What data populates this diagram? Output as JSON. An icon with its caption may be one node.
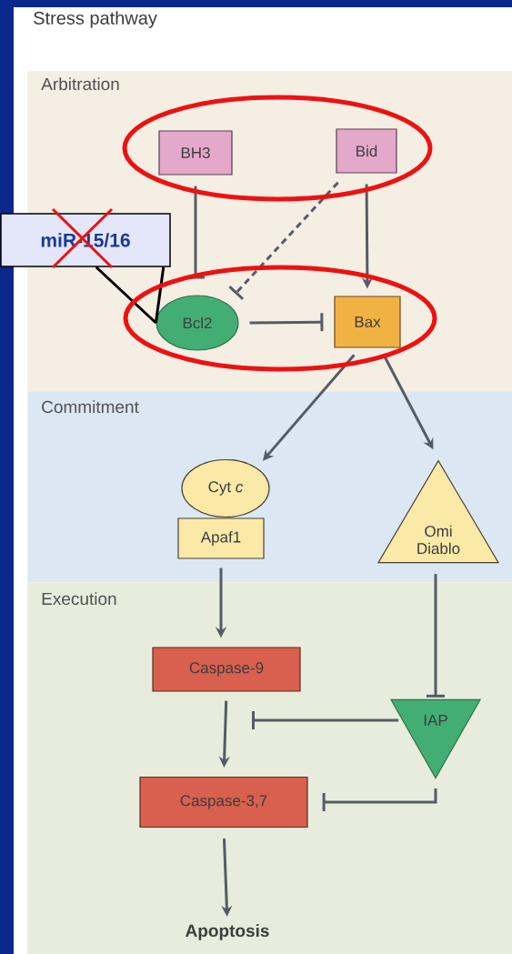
{
  "diagram": {
    "title": "Stress pathway",
    "nodes": [
      {
        "text": [
          "Arbitration"
        ]
      },
      {
        "text": [
          "Commitment"
        ]
      },
      {
        "text": [
          "Execution"
        ]
      },
      {
        "text": [
          "BH3"
        ],
        "in": 0
      },
      {
        "text": [
          "Bid"
        ],
        "in": 0
      },
      {
        "text": [
          "Bcl2"
        ],
        "in": 0
      },
      {
        "text": [
          "Bax"
        ],
        "in": 0
      },
      {
        "text": [
          "Cyt *c*"
        ],
        "in": 1
      },
      {
        "text": [
          "Apaf1"
        ],
        "in": 1
      },
      {
        "text": [
          "Omi Diablo"
        ],
        "in": 1
      },
      {
        "text": [
          "Caspase-9"
        ],
        "in": 2
      },
      {
        "text": [
          "IAP"
        ],
        "in": 2
      },
      {
        "text": [
          "Caspase-3,7"
        ],
        "in": 2
      },
      {
        "text": [
          "Apoptosis"
        ],
        "in": 2
      },
      {
        "text": [
          "miR-15/16"
        ]
      }
    ],
    "edges": [
      {
        "from": 3,
        "to": 5,
        "arrow": "other"
      },
      {
        "from": 4,
        "to": 5,
        "arrow": "other",
        "style": "dashed"
      },
      {
        "from": 4,
        "to": 6,
        "arrow": "to"
      },
      {
        "from": 5,
        "to": 6,
        "arrow": "other"
      },
      {
        "from": 6,
        "to": 7,
        "arrow": "to"
      },
      {
        "from": 6,
        "to": 9,
        "arrow": "to"
      },
      {
        "from": 8,
        "to": 10,
        "arrow": "to"
      },
      {
        "from": 9,
        "to": 11,
        "arrow": "other"
      },
      {
        "from": 10,
        "to": 12,
        "arrow": "to"
      },
      {
        "from": 11,
        "to": null,
        "arrow": "other"
      },
      {
        "from": 11,
        "to": 12,
        "arrow": "other"
      },
      {
        "from": 12,
        "to": 13,
        "arrow": "to"
      },
      {
        "from": 14,
        "to": 5,
        "arrow": "none",
        "color": "#000000"
      }
    ]
  }
}
